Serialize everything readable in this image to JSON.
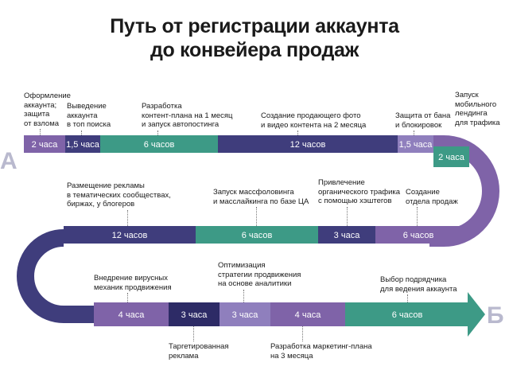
{
  "title": {
    "line1": "Путь от регистрации аккаунта",
    "line2": "до конвейера продаж"
  },
  "endpoints": {
    "start": "А",
    "end": "Б"
  },
  "colors": {
    "dark_purple": "#3f3d7c",
    "teal": "#3d9a86",
    "violet": "#7f63a8",
    "light_violet": "#8f7fbd",
    "navy": "#2d2b66",
    "endpoint_gray": "#b9b9ce"
  },
  "segments": [
    {
      "row": 1,
      "label": "2 часа",
      "color": "violet",
      "annotation": "Оформление\nаккаунта;\nзащита\nот взлома"
    },
    {
      "row": 1,
      "label": "1,5 часа",
      "color": "dark_purple",
      "annotation": "Выведение\nаккаунта\nв топ поиска"
    },
    {
      "row": 1,
      "label": "6 часов",
      "color": "teal",
      "annotation": "Разработка\nконтент-плана на 1 месяц\nи запуск автопостинга"
    },
    {
      "row": 1,
      "label": "12 часов",
      "color": "dark_purple",
      "annotation": "Создание продающего фото\nи видео контента на 2 месяца"
    },
    {
      "row": 1,
      "label": "1,5 часа",
      "color": "light_violet",
      "annotation": "Защита от бана\nи блокировок"
    },
    {
      "row": 1,
      "label": "2 часа",
      "color": "teal",
      "annotation": "Запуск\nмобильного\nлендинга\nдля трафика"
    },
    {
      "row": 2,
      "label": "6 часов",
      "color": "violet",
      "annotation": "Создание\nотдела продаж"
    },
    {
      "row": 2,
      "label": "3 часа",
      "color": "dark_purple",
      "annotation": "Привлечение\nорганического трафика\nс помощью хэштегов"
    },
    {
      "row": 2,
      "label": "6 часов",
      "color": "teal",
      "annotation": "Запуск массфоловинга\nи масслайкинга по базе ЦА"
    },
    {
      "row": 2,
      "label": "12 часов",
      "color": "dark_purple",
      "annotation": "Размещение рекламы\nв тематических сообществах,\nбиржах, у блогеров"
    },
    {
      "row": 3,
      "label": "4 часа",
      "color": "violet",
      "annotation": "Внедрение вирусных\nмеханик продвижения"
    },
    {
      "row": 3,
      "label": "3 часа",
      "color": "navy",
      "annotation": "Таргетированная\nреклама"
    },
    {
      "row": 3,
      "label": "3 часа",
      "color": "light_violet",
      "annotation": "Оптимизация\nстратегии продвижения\nна основе аналитики"
    },
    {
      "row": 3,
      "label": "4 часа",
      "color": "violet",
      "annotation": "Разработка маркетинг-плана\nна 3 месяца"
    },
    {
      "row": 3,
      "label": "6 часов",
      "color": "teal",
      "annotation": "Выбор подрядчика\nдля ведения аккаунта"
    }
  ]
}
